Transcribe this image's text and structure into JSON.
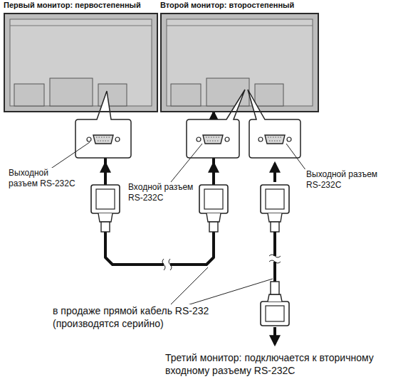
{
  "diagram": {
    "nodes": [
      {
        "text": [
          "Первый монитор: первостепенный"
        ]
      },
      {
        "text": [
          "Второй монитор: второстепенный"
        ]
      }
    ],
    "edges": [
      {
        "from": 0,
        "to": 1,
        "arrow": "both"
      }
    ],
    "labels": [
      "Выходной разъем RS-232C",
      "Входной разъем RS-232C",
      "Выходной разъем RS-232C",
      "в продаже прямой кабель RS-232 (производятся серийно)",
      "Третий монитор: подключается к вторичному входному разъему RS-232C"
    ]
  }
}
